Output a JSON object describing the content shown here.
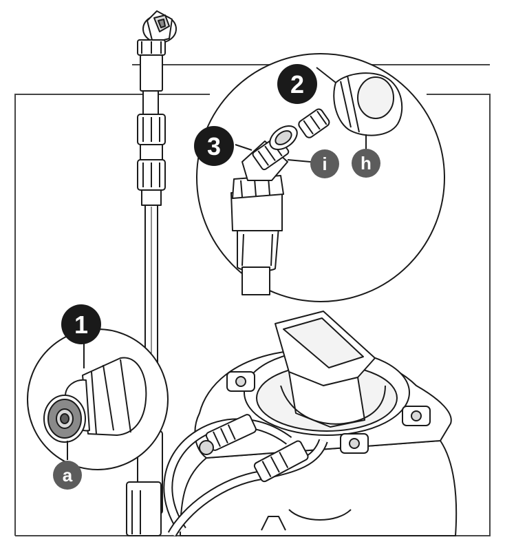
{
  "steps": [
    {
      "number": "1"
    },
    {
      "number": "2"
    },
    {
      "number": "3"
    }
  ],
  "callouts": [
    {
      "letter": "a"
    },
    {
      "letter": "h"
    },
    {
      "letter": "i"
    }
  ],
  "colors": {
    "line": "#1a1a1a",
    "step_badge": "#1a1a1a",
    "callout_badge": "#5c5c5c",
    "frame": "#444444",
    "background": "#ffffff",
    "light_fill": "#f3f3f3",
    "mid_fill": "#d9d9d9",
    "dark_fill": "#8a8a8a"
  },
  "icons": {
    "step_badge": "black-circle-number",
    "callout_badge": "grey-circle-letter"
  }
}
